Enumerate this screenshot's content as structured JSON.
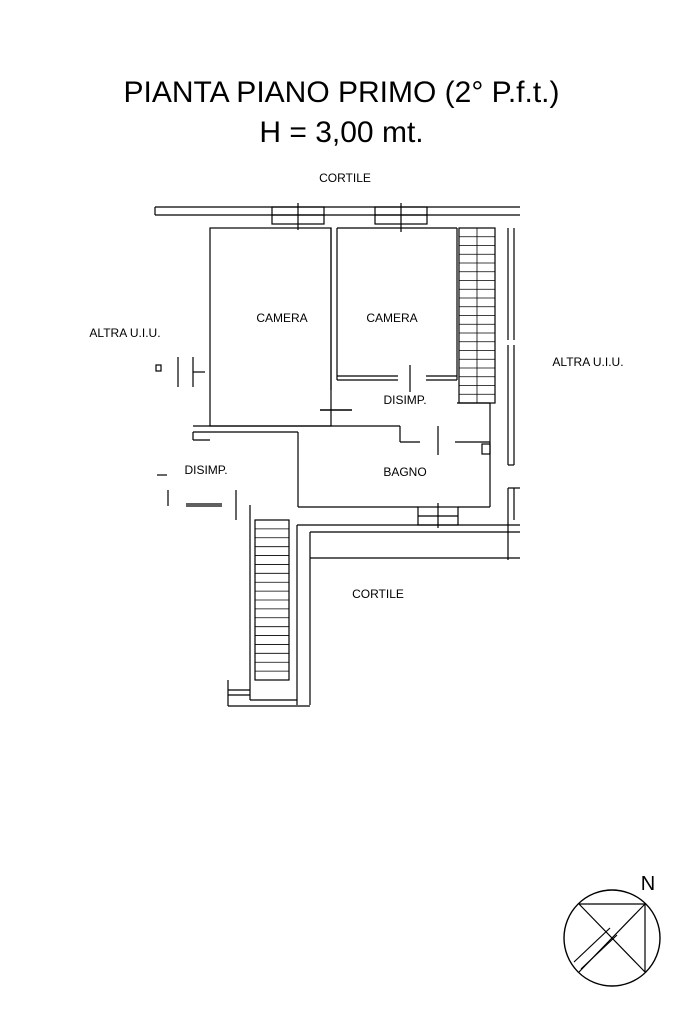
{
  "title": {
    "line1": "PIANTA PIANO PRIMO (2° P.f.t.)",
    "line2": "H = 3,00 mt."
  },
  "labels": {
    "cortile_top": "CORTILE",
    "cortile_bottom": "CORTILE",
    "altra_left": "ALTRA U.I.U.",
    "altra_right": "ALTRA U.I.U.",
    "camera_1": "CAMERA",
    "camera_2": "CAMERA",
    "disimp_1": "DISIMP.",
    "disimp_2": "DISIMP.",
    "bagno": "BAGNO"
  },
  "compass": {
    "north": "N"
  }
}
